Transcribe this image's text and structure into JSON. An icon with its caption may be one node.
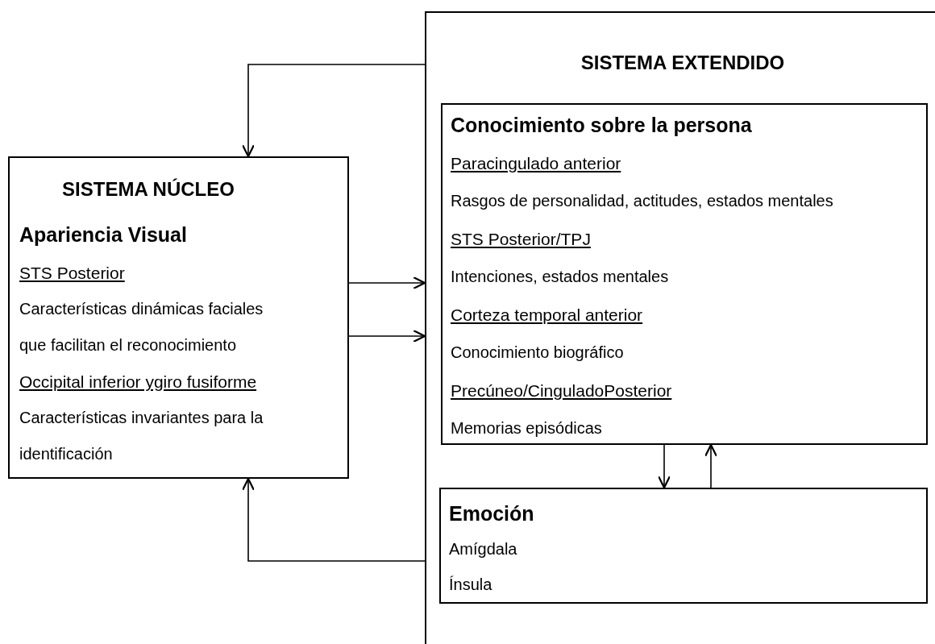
{
  "diagram": {
    "nodes": [
      {
        "text": [
          "SISTEMA EXTENDIDO"
        ]
      },
      {
        "text": [
          "Conocimiento sobre la persona",
          "Paracingulado anterior",
          "Rasgos de personalidad, actitudes, estados mentales",
          "STS Posterior/TPJ",
          "Intenciones, estados mentales",
          "Corteza temporal anterior",
          "Conocimiento biográfico",
          "Precúneo/CinguladoPosterior",
          "Memorias episódicas"
        ],
        "in": 0
      },
      {
        "text": [
          "Emoción",
          "Amígdala",
          "Ínsula"
        ],
        "in": 0
      },
      {
        "text": [
          "SISTEMA NÚCLEO",
          "Apariencia Visual",
          "STS Posterior",
          "Características dinámicas faciales que facilitan el reconocimiento",
          "Occipital inferior ygiro fusiforme",
          "Características invariantes para la identificación"
        ]
      }
    ],
    "edges": [
      {
        "from": 0,
        "to": 3,
        "arrow": "to"
      },
      {
        "from": 3,
        "to": 0,
        "arrow": "to"
      },
      {
        "from": 3,
        "to": 0,
        "arrow": "to"
      },
      {
        "from": 1,
        "to": 2,
        "arrow": "to"
      },
      {
        "from": 2,
        "to": 1,
        "arrow": "to"
      },
      {
        "from": 0,
        "to": 3,
        "arrow": "to"
      }
    ]
  }
}
